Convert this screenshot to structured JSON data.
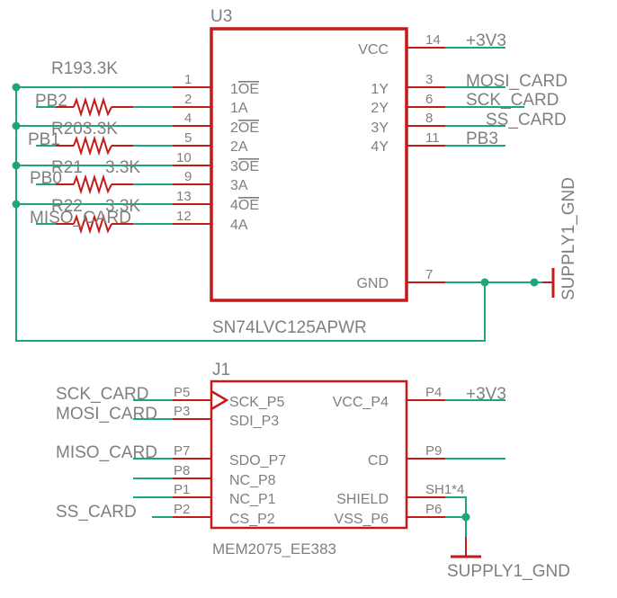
{
  "u3": {
    "ref": "U3",
    "value": "SN74LVC125APWR",
    "left_pins": [
      {
        "num": "1",
        "name": "1OE",
        "overbar": "OE",
        "prefix": "1"
      },
      {
        "num": "2",
        "name": "1A"
      },
      {
        "num": "4",
        "name": "2OE",
        "overbar": "OE",
        "prefix": "2"
      },
      {
        "num": "5",
        "name": "2A"
      },
      {
        "num": "10",
        "name": "3OE",
        "overbar": "OE",
        "prefix": "3"
      },
      {
        "num": "9",
        "name": "3A"
      },
      {
        "num": "13",
        "name": "4OE",
        "overbar": "OE",
        "prefix": "4"
      },
      {
        "num": "12",
        "name": "4A"
      }
    ],
    "right_pins": [
      {
        "num": "14",
        "name": "VCC",
        "net": "+3V3"
      },
      {
        "num": "3",
        "name": "1Y",
        "net": "MOSI_CARD"
      },
      {
        "num": "6",
        "name": "2Y",
        "net": "SCK_CARD"
      },
      {
        "num": "8",
        "name": "3Y",
        "net": "SS_CARD"
      },
      {
        "num": "11",
        "name": "4Y",
        "net": "PB3"
      },
      {
        "num": "7",
        "name": "GND",
        "net": ""
      }
    ]
  },
  "resistors": [
    {
      "ref": "R19",
      "value": "3.3K",
      "label": "R193.3K",
      "net": "PB2"
    },
    {
      "ref": "R20",
      "value": "3.3K",
      "label": "R203.3K",
      "net": "PB1"
    },
    {
      "ref": "R21",
      "value": "3.3K",
      "net": "PB0"
    },
    {
      "ref": "R22",
      "value": "3.3K",
      "net": "MISO_CARD"
    }
  ],
  "j1": {
    "ref": "J1",
    "value": "MEM2075_EE383",
    "left_pins": [
      {
        "num": "P5",
        "name": "SCK_P5",
        "net": "SCK_CARD",
        "clock": true
      },
      {
        "num": "P3",
        "name": "SDI_P3",
        "net": "MOSI_CARD"
      },
      {
        "num": "P7",
        "name": "SDO_P7",
        "net": "MISO_CARD"
      },
      {
        "num": "P8",
        "name": "NC_P8",
        "net": ""
      },
      {
        "num": "P1",
        "name": "NC_P1",
        "net": ""
      },
      {
        "num": "P2",
        "name": "CS_P2",
        "net": "SS_CARD"
      }
    ],
    "right_pins": [
      {
        "num": "P4",
        "name": "VCC_P4",
        "net": "+3V3"
      },
      {
        "num": "P9",
        "name": "CD",
        "net": ""
      },
      {
        "num": "SH1*4",
        "name": "SHIELD",
        "net": ""
      },
      {
        "num": "P6",
        "name": "VSS_P6",
        "net": ""
      }
    ]
  },
  "supplies": {
    "gnd_top": "SUPPLY1_GND",
    "gnd_bottom": "SUPPLY1_GND"
  },
  "colors": {
    "wire": "#1fa57a",
    "component": "#c41a1a",
    "text": "#7f7f7f",
    "background": "#ffffff"
  }
}
